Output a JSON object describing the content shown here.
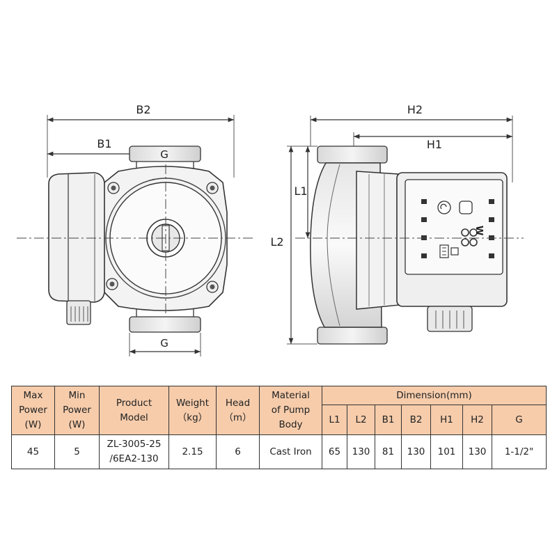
{
  "drawing": {
    "front_view": {
      "B2": "B2",
      "B1": "B1",
      "G_top": "G",
      "G_bottom": "G"
    },
    "side_view": {
      "H2": "H2",
      "H1": "H1",
      "L1": "L1",
      "L2": "L2"
    },
    "control_panel": {
      "display_unit": "W"
    }
  },
  "table": {
    "headers": {
      "max_power": "Max\nPower\n(W)",
      "min_power": "Min\nPower\n(W)",
      "product_model": "Product\nModel",
      "weight": "Weight\n（kg）",
      "head": "Head\n（m）",
      "material": "Material\nof Pump\nBody",
      "dimension": "Dimension(mm)",
      "dims": [
        "L1",
        "L2",
        "B1",
        "B2",
        "H1",
        "H2",
        "G"
      ]
    },
    "row": {
      "max_power": "45",
      "min_power": "5",
      "product_model": "ZL-3005-25\n/6EA2-130",
      "weight": "2.15",
      "head": "6",
      "material": "Cast Iron",
      "dims": [
        "65",
        "130",
        "81",
        "130",
        "101",
        "130",
        "1-1/2\""
      ]
    }
  }
}
